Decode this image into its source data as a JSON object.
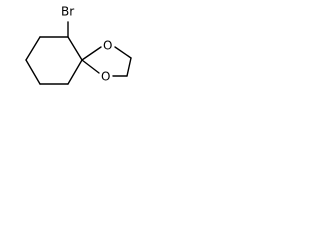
{
  "molecule": {
    "atoms": {
      "bromine": "Br",
      "oxygen_upper": "O",
      "oxygen_lower": "O"
    },
    "colors": {
      "bond": "#000000",
      "label": "#000000",
      "background": "#ffffff"
    }
  }
}
